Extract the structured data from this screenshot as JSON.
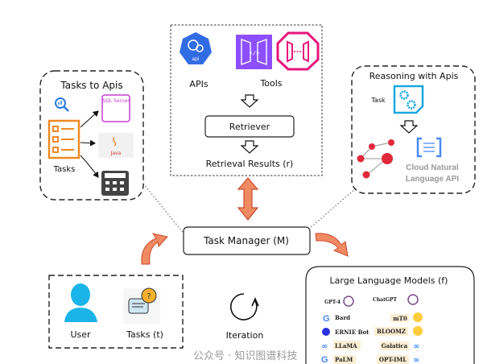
{
  "tasks_to_apis": {
    "title": "Tasks to Apis",
    "tasks_label": "Tasks",
    "sql_label": "SQL Server",
    "java_label": "Java"
  },
  "retrieval": {
    "apis_label": "APIs",
    "tools_label": "Tools",
    "api_icon_text": "api",
    "retriever_label": "Retriever",
    "results_label": "Retrieval Results (r)"
  },
  "reasoning": {
    "title": "Reasoning with Apis",
    "task_label": "Task",
    "cloud_label_1": "Cloud Natural",
    "cloud_label_2": "Language API"
  },
  "task_manager": {
    "label": "Task Manager (M)"
  },
  "user_box": {
    "user_label": "User",
    "tasks_label": "Tasks (t)"
  },
  "iteration": {
    "label": "Iteration"
  },
  "llm": {
    "title": "Large Language Models (f)",
    "left": [
      "GPT-4",
      "Bard",
      "ERNIE Bot",
      "LLaMA",
      "PaLM"
    ],
    "right": [
      "ChatGPT",
      "mT0",
      "BLOOMZ",
      "Galatica",
      "OPT-IML"
    ]
  },
  "watermark": "公众号 · 知识图谱科技",
  "colors": {
    "arrow_orange": "#f08a62",
    "api_blue": "#326ce5",
    "tools_purple": "#8c4fff",
    "tools_magenta": "#e7157b",
    "user_cyan": "#1ab4e8",
    "task_orange": "#f08a24"
  }
}
